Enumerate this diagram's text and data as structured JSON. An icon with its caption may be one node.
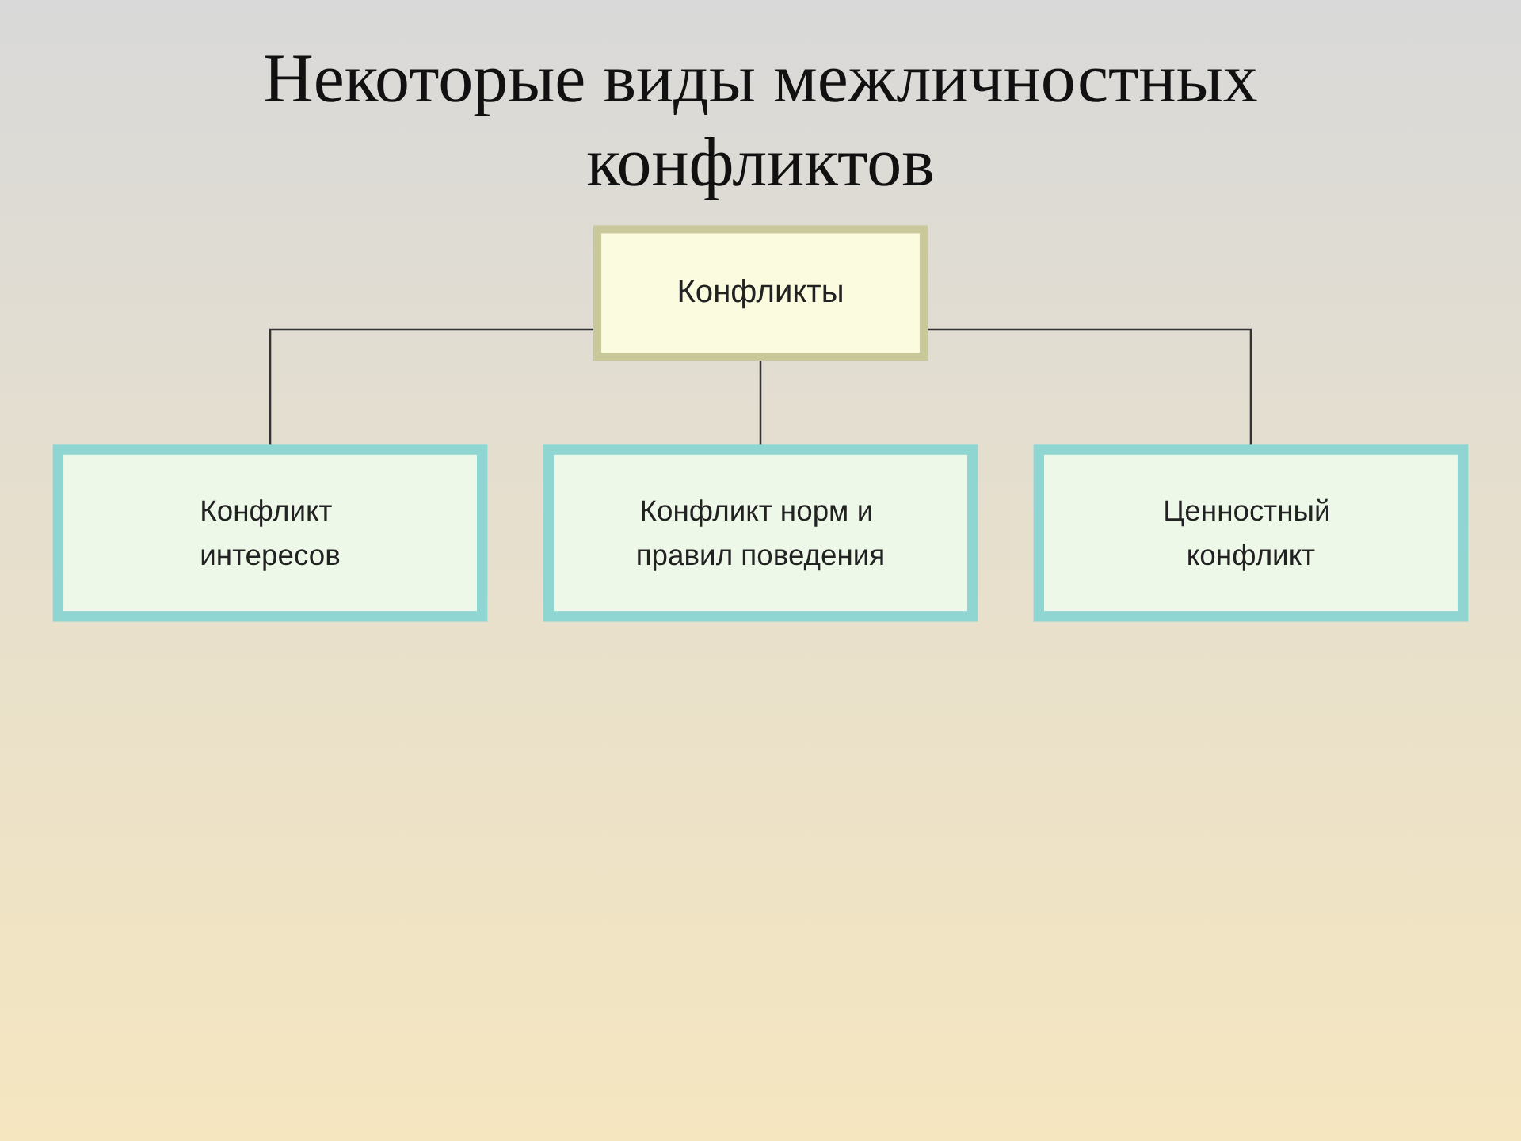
{
  "diagram": {
    "title": "Некоторые виды межличностных конфликтов",
    "nodes": [
      {
        "text": [
          "Конфликты"
        ]
      },
      {
        "text": [
          "Конфликт интересов"
        ]
      },
      {
        "text": [
          "Конфликт норм и правил поведения"
        ]
      },
      {
        "text": [
          "Ценностный конфликт"
        ]
      }
    ],
    "edges": [
      {
        "from": 0,
        "to": 1,
        "arrow": "none"
      },
      {
        "from": 0,
        "to": 2,
        "arrow": "none"
      },
      {
        "from": 0,
        "to": 3,
        "arrow": "none"
      }
    ]
  }
}
